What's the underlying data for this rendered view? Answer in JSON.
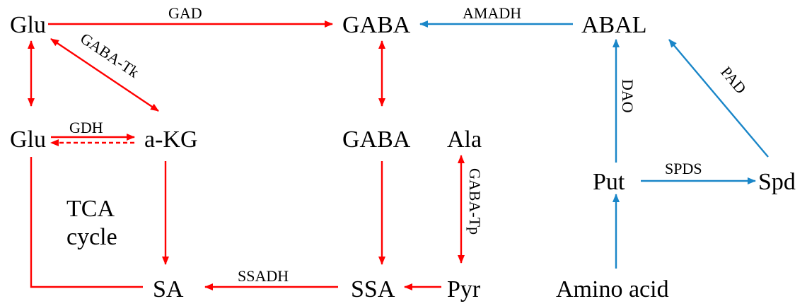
{
  "nodes": {
    "glu_top": "Glu",
    "gaba_top": "GABA",
    "abal": "ABAL",
    "glu_mid": "Glu",
    "akg": "a-KG",
    "gaba_mid": "GABA",
    "ala": "Ala",
    "put": "Put",
    "spd": "Spd",
    "tca_line1": "TCA",
    "tca_line2": "cycle",
    "sa": "SA",
    "ssa": "SSA",
    "pyr": "Pyr",
    "amino_acid": "Amino acid"
  },
  "enzymes": {
    "gad": "GAD",
    "amadh": "AMADH",
    "gaba_tk": "GABA-Tk",
    "gdh": "GDH",
    "dao": "DAO",
    "pad": "PAD",
    "spds": "SPDS",
    "gaba_tp": "GABA-Tp",
    "ssadh": "SSADH"
  },
  "colors": {
    "gaba_shunt_arrows": "#ff0000",
    "polyamine_arrows": "#1a86c8"
  }
}
